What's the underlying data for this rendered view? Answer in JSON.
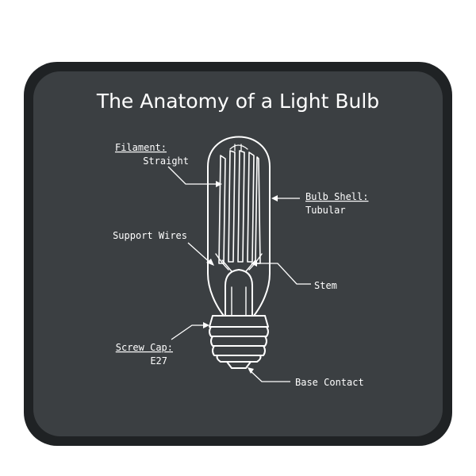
{
  "title": "The Anatomy of a Light Bulb",
  "labels": {
    "filament": {
      "name": "Filament:",
      "value": "Straight"
    },
    "bulb_shell": {
      "name": "Bulb Shell:",
      "value": "Tubular"
    },
    "support_wires": "Support Wires",
    "stem": "Stem",
    "screw_cap": {
      "name": "Screw Cap:",
      "value": "E27"
    },
    "base_contact": "Base Contact"
  },
  "colors": {
    "mat": "#3b3f42",
    "mat_border": "#1f2224",
    "ink": "#ffffff"
  }
}
